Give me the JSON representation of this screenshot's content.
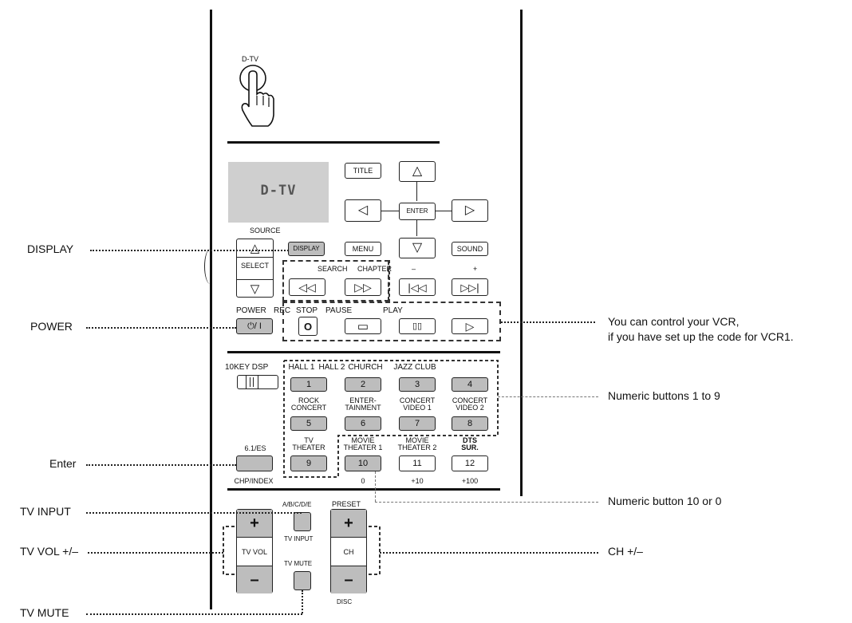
{
  "top": {
    "dtv_label": "D-TV"
  },
  "lcd": {
    "text": "D-TV"
  },
  "nav": {
    "title": "TITLE",
    "enter": "ENTER",
    "menu": "MENU",
    "sound": "SOUND",
    "up": "△",
    "down": "▽",
    "left": "◁",
    "right": "▷"
  },
  "source": {
    "label": "SOURCE",
    "up": "△",
    "select": "SELECT",
    "down": "▽"
  },
  "display_button": "DISPLAY",
  "search": {
    "label": "SEARCH",
    "chapter_label": "CHAPTER",
    "minus": "–",
    "plus": "+",
    "rew": "◁◁",
    "ff": "▷▷",
    "skip_back": "|◁◁",
    "skip_fwd": "▷▷|"
  },
  "transport": {
    "power_label": "POWER",
    "rec_label": "REC",
    "stop_label": "STOP",
    "pause_label": "PAUSE",
    "play_label": "PLAY",
    "power_btn": "⏻/ I",
    "rec_btn": "O",
    "stop_btn": "▭",
    "pause_btn": "▯▯",
    "play_btn": "▷"
  },
  "keypad": {
    "switch_label": "10KEY DSP",
    "row1_labels": [
      "HALL 1",
      "HALL 2",
      "CHURCH",
      "JAZZ CLUB"
    ],
    "row1_btns": [
      "1",
      "2",
      "3",
      "4"
    ],
    "row2_labels": [
      "ROCK\nCONCERT",
      "ENTER-\nTAINMENT",
      "CONCERT\nVIDEO 1",
      "CONCERT\nVIDEO 2"
    ],
    "row2_btns": [
      "5",
      "6",
      "7",
      "8"
    ],
    "row3_labels": [
      "TV\nTHEATER",
      "MOVIE\nTHEATER 1",
      "MOVIE\nTHEATER 2",
      "DTS\nSUR."
    ],
    "row3_btns": [
      "9",
      "10",
      "11",
      "12"
    ],
    "es_label": "6.1/ES",
    "chp_index": "CHP/INDEX",
    "under": [
      "0",
      "+10",
      "+100"
    ]
  },
  "tv": {
    "abcde": "A/B/C/D/E",
    "preset": "PRESET",
    "tv_input": "TV INPUT",
    "tv_vol": "TV VOL",
    "ch": "CH",
    "tv_mute": "TV MUTE",
    "disc": "DISC",
    "plus": "+",
    "minus": "–"
  },
  "callouts": {
    "display": "DISPLAY",
    "power": "POWER",
    "enter": "Enter",
    "tv_input": "TV INPUT",
    "tv_vol": "TV VOL +/–",
    "tv_mute": "TV MUTE",
    "vcr_line1": "You can control your VCR,",
    "vcr_line2": "if you have set up the code for VCR1.",
    "numeric_1_9": "Numeric buttons 1 to 9",
    "numeric_10_0": "Numeric button 10 or 0",
    "ch": "CH +/–"
  }
}
